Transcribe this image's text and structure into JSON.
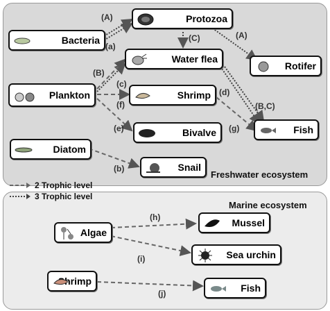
{
  "nodes": {
    "bacteria": "Bacteria",
    "protozoa": "Protozoa",
    "rotifer": "Rotifer",
    "water_flea": "Water flea",
    "plankton": "Plankton",
    "shrimp": "Shrimp",
    "bivalve": "Bivalve",
    "fish": "Fish",
    "diatom": "Diatom",
    "snail": "Snail",
    "algae": "Algae",
    "mussel": "Mussel",
    "sea_urchin": "Sea urchin",
    "marine_shrimp": "Shrimp",
    "marine_fish": "Fish"
  },
  "edge_labels": {
    "A1": "(A)",
    "A2": "(A)",
    "C": "(C)",
    "a": "(a)",
    "B": "(B)",
    "c": "(c)",
    "f": "(f)",
    "d": "(d)",
    "BC": "(B,C)",
    "e": "(e)",
    "g": "(g)",
    "b": "(b)",
    "h": "(h)",
    "i": "(i)",
    "j": "(j)"
  },
  "ecosystems": {
    "freshwater": "Freshwater ecosystem",
    "marine": "Marine ecosystem"
  },
  "legend": {
    "level2": "2 Trophic level",
    "level3": "3 Trophic level"
  },
  "colors": {
    "dashed_arrow": "#666666",
    "dotted_arrow": "#444444",
    "freshwater_bg": "#d9d9d9",
    "marine_bg": "#ececec"
  }
}
